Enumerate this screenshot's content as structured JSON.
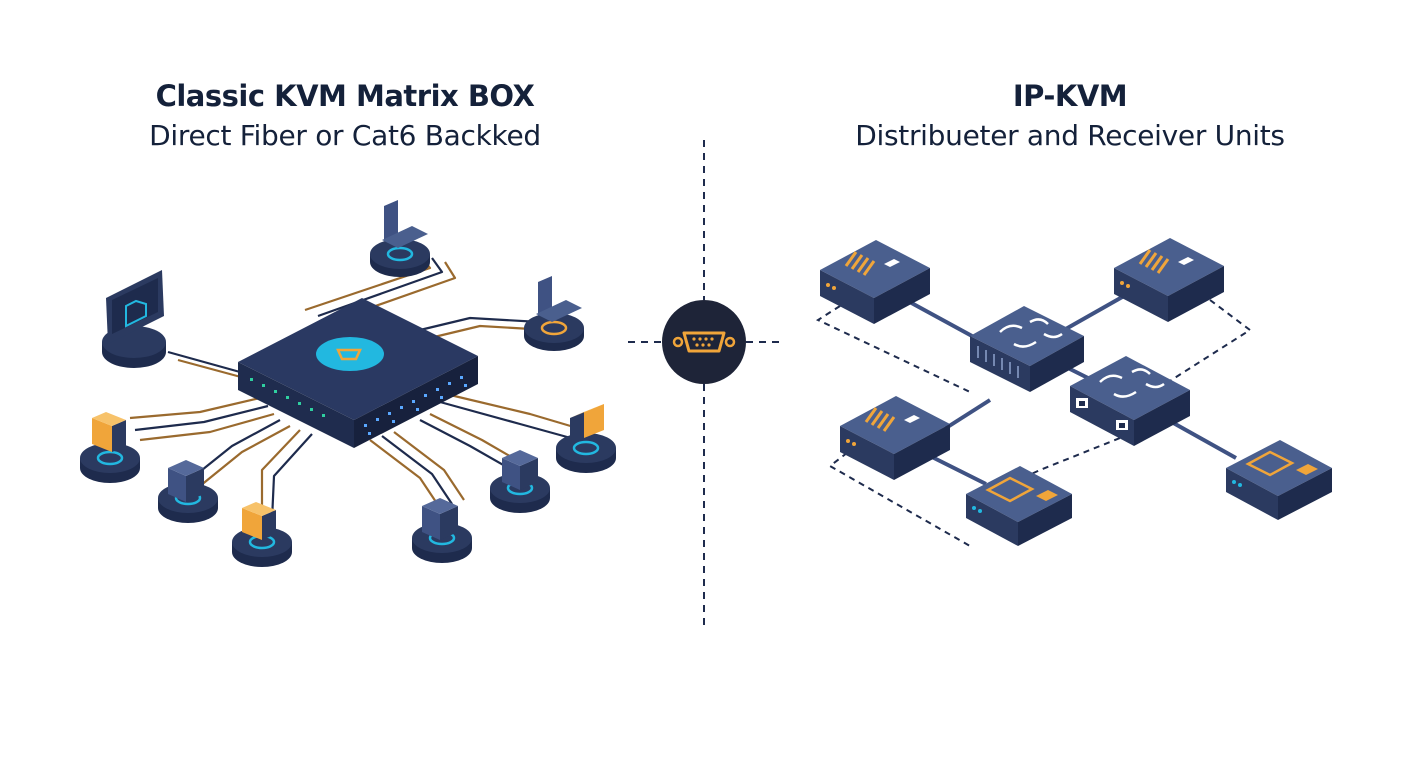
{
  "left_panel": {
    "title": "Classic KVM Matrix BOX",
    "subtitle": "Direct Fiber or Cat6 Backked"
  },
  "right_panel": {
    "title": "IP-KVM",
    "subtitle": "Distribueter and Receiver Units"
  },
  "center_icon": "vga-connector-icon",
  "colors": {
    "navy": "#1e2b4d",
    "device_top": "#4a5f8e",
    "device_side": "#2b3a60",
    "accent_cyan": "#22b8e0",
    "accent_orange": "#f0a53a",
    "cable_brown": "#9a6a2e",
    "cable_navy": "#1e2b4d",
    "text": "#14213a"
  }
}
